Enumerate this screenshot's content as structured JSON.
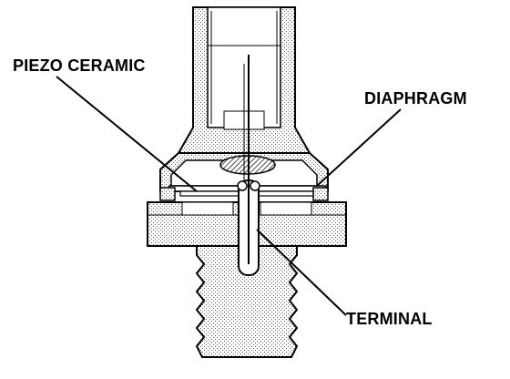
{
  "labels": {
    "piezo_ceramic": "PIEZO CERAMIC",
    "diaphragm": "DIAPHRAGM",
    "terminal": "TERMINAL"
  },
  "colors": {
    "ink": "#000000",
    "stipple": "#9a9a9a",
    "background": "#ffffff"
  }
}
